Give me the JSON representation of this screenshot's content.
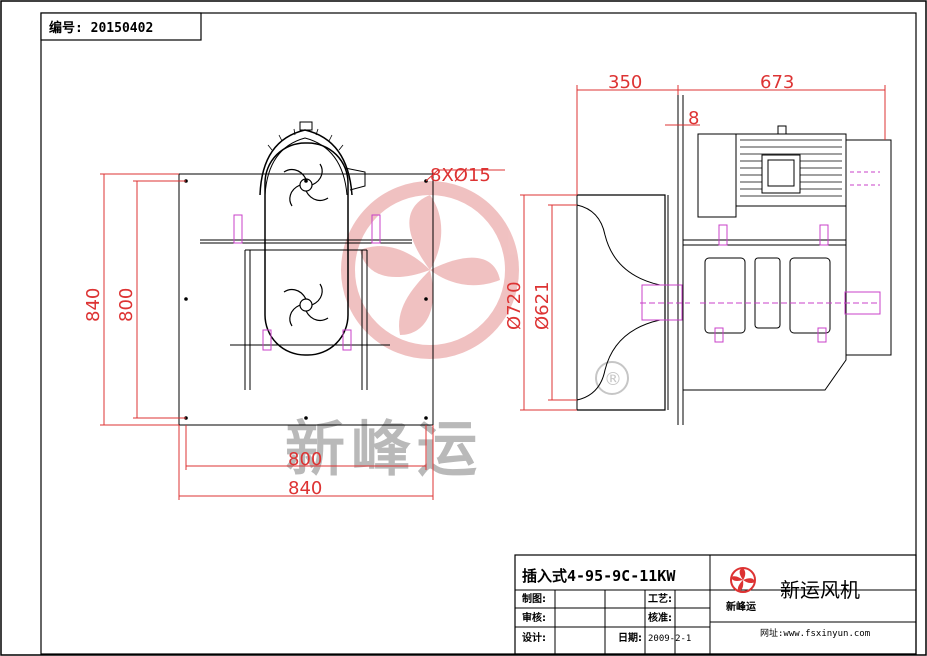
{
  "header": {
    "code_label": "编号: 20150402"
  },
  "watermark": {
    "text": "新峰运",
    "registered": "®"
  },
  "front_view": {
    "holes_label": "8XØ15",
    "dim_height_outer": "840",
    "dim_height_inner": "800",
    "dim_width_inner": "800",
    "dim_width_outer": "840"
  },
  "side_view": {
    "dim_left": "350",
    "dim_right": "673",
    "dim_small": "8",
    "dia_outer": "Ø720",
    "dia_inner": "Ø621"
  },
  "title_block": {
    "model": "插入式4-95-9C-11KW",
    "drawn_label": "制图:",
    "process_label": "工艺:",
    "review_label": "审核:",
    "approve_label": "核准:",
    "design_label": "设计:",
    "date_label": "日期:",
    "date_value": "2009-2-1",
    "brand_name": "新运风机",
    "logo_text": "新峰运",
    "website": "网址:www.fsxinyun.com"
  },
  "colors": {
    "line": "#000000",
    "dimension": "#d33333",
    "watermark": "#e9a3a3",
    "pink": "#c840c8"
  }
}
